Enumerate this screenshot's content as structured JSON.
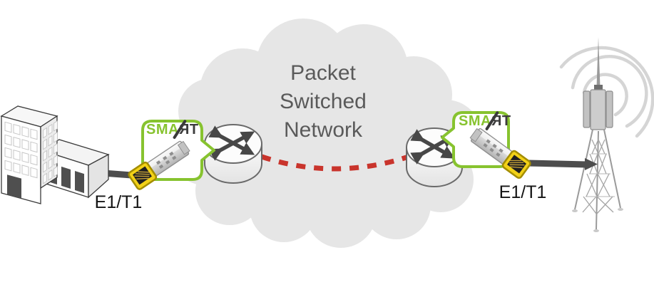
{
  "diagram": {
    "cloud": {
      "label": "Packet Switched Network"
    },
    "pseudowire": {
      "color": "#c9342c",
      "style": "dashed"
    },
    "logo": {
      "prefix": "SMA",
      "suffix": "ЯT"
    },
    "endpoints": {
      "left": {
        "site_icon": "office-building-icon",
        "link_label": "E1/T1"
      },
      "right": {
        "site_icon": "cell-tower-icon",
        "link_label": "E1/T1"
      }
    },
    "colors": {
      "accent_green": "#87c32f",
      "pseudowire_red": "#c9342c",
      "cloud_gray": "#e6e6e6",
      "cloud_text_gray": "#5a5a5a",
      "cable_gray": "#4d4d4d",
      "sfp_connector_yellow": "#f2d117"
    }
  }
}
